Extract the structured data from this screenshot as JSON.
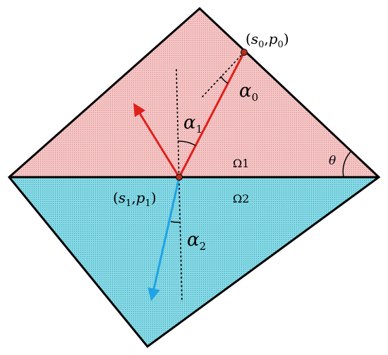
{
  "diagram": {
    "regions": {
      "upper": {
        "label": "Ω1",
        "color": "#f2b8b8"
      },
      "lower": {
        "label": "Ω2",
        "color": "#7fd3e0"
      }
    },
    "points": {
      "source": {
        "label_parts": {
          "open": "(",
          "s": "s",
          "s_sub": "0",
          "comma": ",",
          "p": "p",
          "p_sub": "0",
          "close": ")"
        }
      },
      "interface": {
        "label_parts": {
          "open": "(",
          "s": "s",
          "s_sub": "1",
          "comma": ",",
          "p": "p",
          "p_sub": "1",
          "close": ")"
        }
      }
    },
    "angles": {
      "a0": {
        "symbol": "α",
        "sub": "0"
      },
      "a1": {
        "symbol": "α",
        "sub": "1"
      },
      "a2": {
        "symbol": "α",
        "sub": "2"
      },
      "theta": {
        "symbol": "θ"
      }
    },
    "colors": {
      "incident_ray": "#e0201b",
      "reflected_ray": "#e0201b",
      "refracted_ray": "#1fa3e6",
      "outline": "#000000",
      "point_marker": "#b5311f"
    }
  }
}
